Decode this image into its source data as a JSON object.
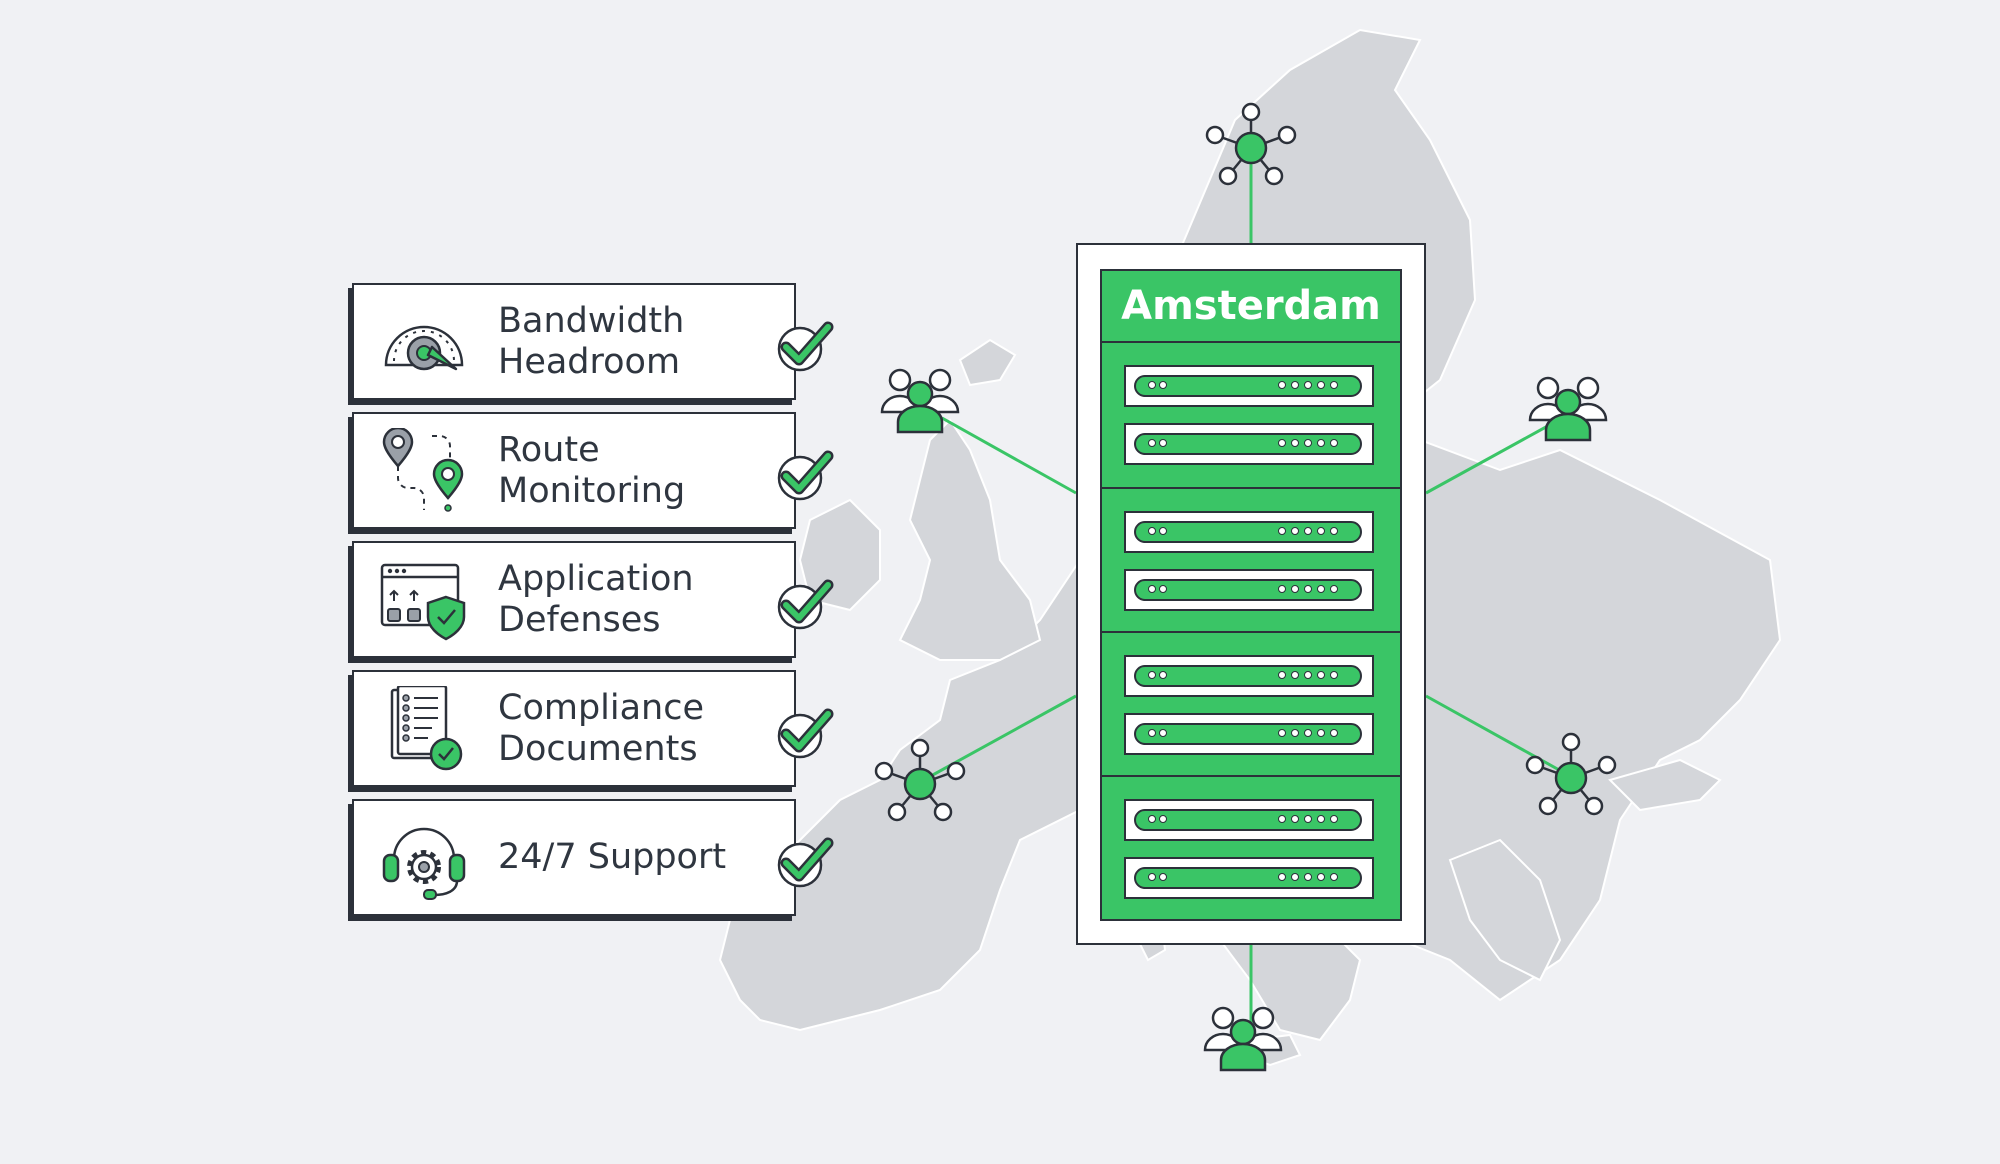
{
  "features": [
    {
      "id": "bandwidth",
      "line1": "Bandwidth",
      "line2": "Headroom",
      "icon": "speedometer-icon"
    },
    {
      "id": "route",
      "line1": "Route",
      "line2": "Monitoring",
      "icon": "route-pins-icon"
    },
    {
      "id": "application",
      "line1": "Application",
      "line2": "Defenses",
      "icon": "browser-shield-icon"
    },
    {
      "id": "compliance",
      "line1": "Compliance",
      "line2": "Documents",
      "icon": "document-check-icon"
    },
    {
      "id": "support",
      "line1": "24/7 Support",
      "line2": "",
      "icon": "headset-gear-icon"
    }
  ],
  "server": {
    "title": "Amsterdam"
  },
  "colors": {
    "accent": "#3ac566",
    "outline": "#2c313a",
    "map": "#d4d6da",
    "background": "#f0f1f4"
  }
}
